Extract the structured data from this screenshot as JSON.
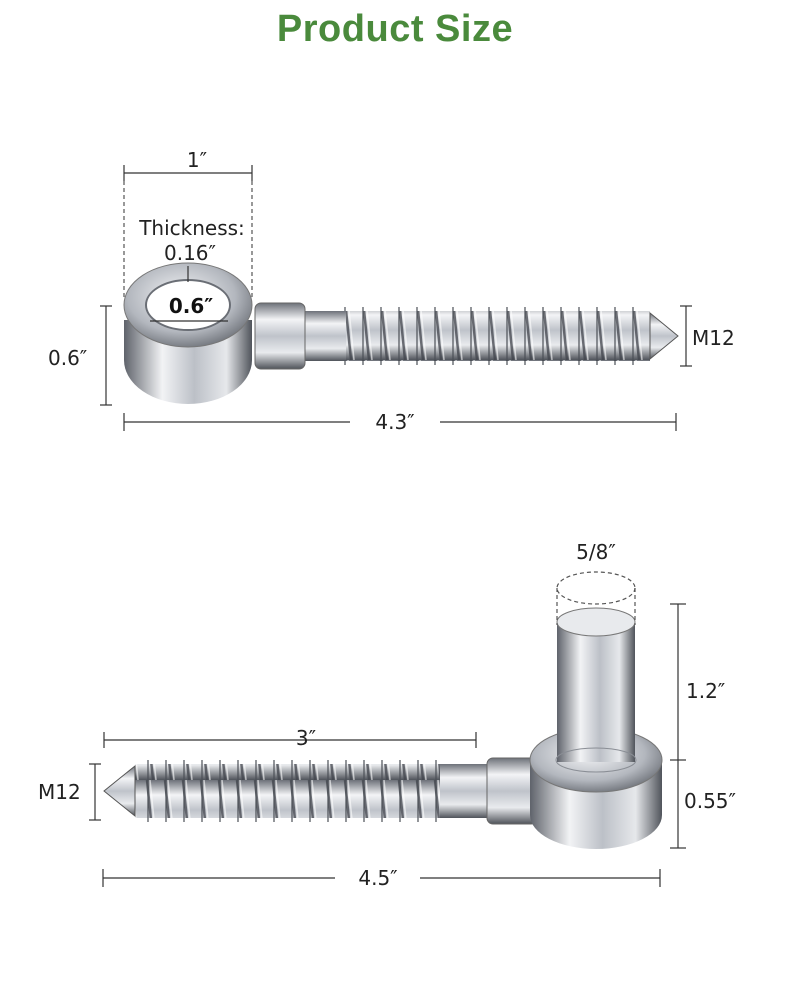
{
  "title": "Product Size",
  "colors": {
    "title": "#4a8a3c",
    "metal_light": "#f4f5f7",
    "metal_mid": "#b9bdc4",
    "metal_dark": "#5c6068"
  },
  "eye_bolt": {
    "eye_width": "1″",
    "thickness_label": "Thickness:",
    "thickness_value": "0.16″",
    "inner_diameter": "0.6″",
    "height": "0.6″",
    "total_length": "4.3″",
    "thread": "M12"
  },
  "pin_hinge": {
    "pin_diameter": "5/8″",
    "pin_height": "1.2″",
    "thread_length": "3″",
    "base_height": "0.55″",
    "total_length": "4.5″",
    "thread": "M12"
  }
}
